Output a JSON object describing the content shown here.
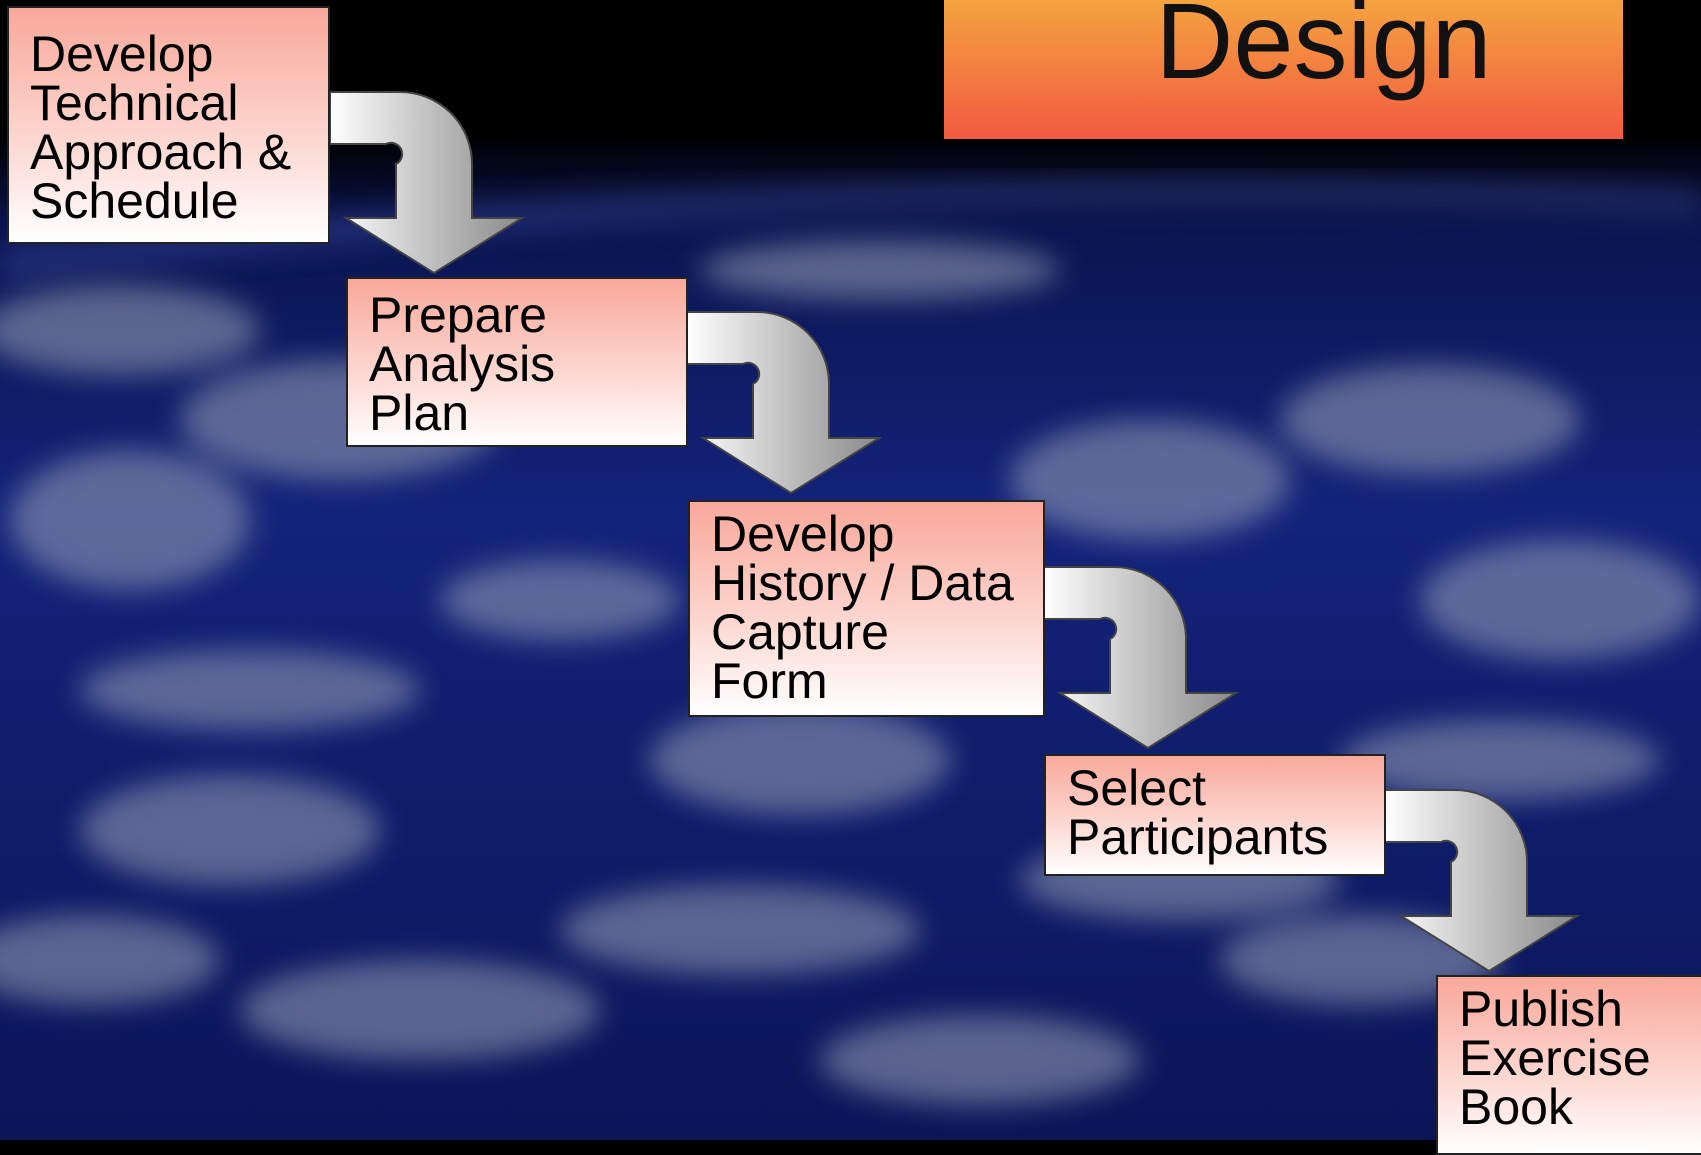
{
  "title": "Design",
  "steps": [
    {
      "label": "Develop\nTechnical\nApproach &\nSchedule"
    },
    {
      "label": "Prepare\nAnalysis\nPlan"
    },
    {
      "label": "Develop\nHistory / Data\nCapture\nForm"
    },
    {
      "label": "Select\nParticipants"
    },
    {
      "label": "Publish\nExercise\nBook"
    }
  ],
  "colors": {
    "title_top": "#f4a33f",
    "title_bottom": "#f15a41",
    "box_top": "#f8a89a",
    "box_bottom": "#ffffff"
  }
}
